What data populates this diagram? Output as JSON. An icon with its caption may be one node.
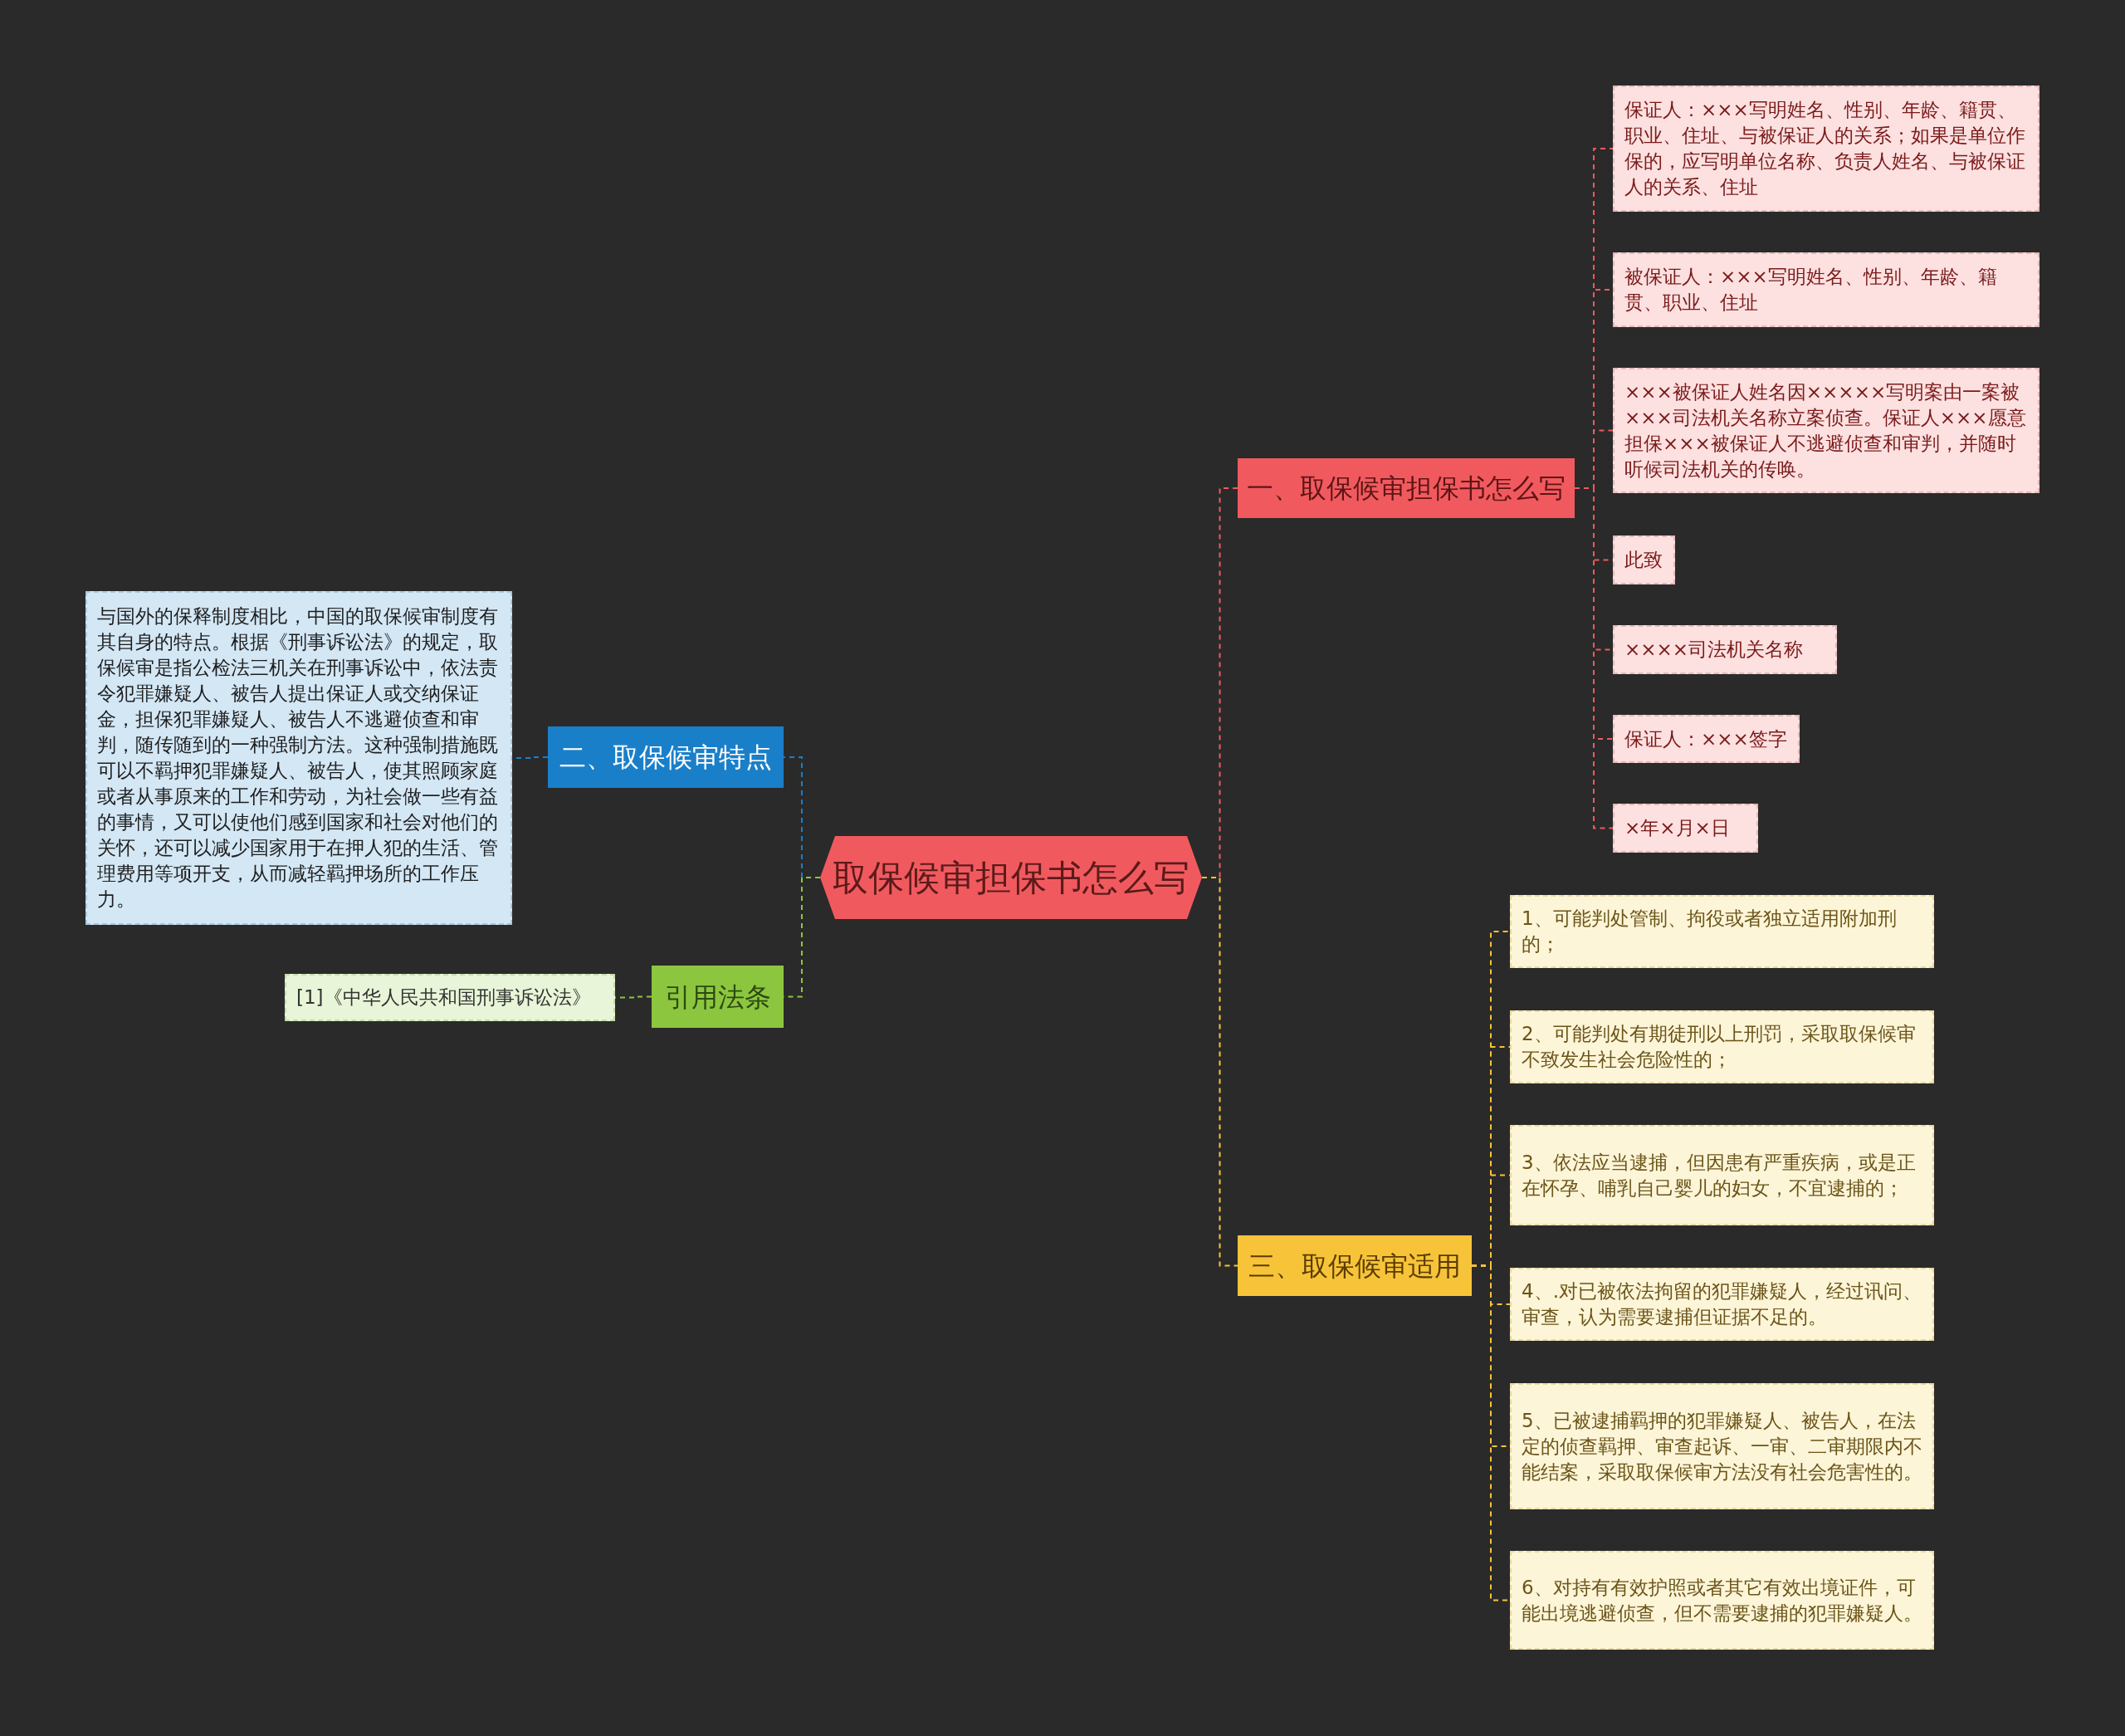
{
  "diagram": {
    "nodes": [
      {
        "text": [
          "取保候审担保书怎么写"
        ]
      },
      {
        "text": [
          "一、取保候审担保书怎么写"
        ]
      },
      {
        "text": [
          "保证人：×××写明姓名、性别、年龄、籍贯、职业、住址、与被保证人的关系；如果是单位作保的，应写明单位名称、负责人姓名、与被保证人的关系、住址"
        ]
      },
      {
        "text": [
          "被保证人：×××写明姓名、性别、年龄、籍贯、职业、住址"
        ]
      },
      {
        "text": [
          "×××被保证人姓名因×××××写明案由一案被×××司法机关名称立案侦查。保证人×××愿意担保×××被保证人不逃避侦查和审判，并随时听候司法机关的传唤。"
        ]
      },
      {
        "text": [
          "此致"
        ]
      },
      {
        "text": [
          "××××司法机关名称"
        ]
      },
      {
        "text": [
          "保证人：×××签字"
        ]
      },
      {
        "text": [
          "×年×月×日"
        ]
      },
      {
        "text": [
          "三、取保候审适用"
        ]
      },
      {
        "text": [
          "1、可能判处管制、拘役或者独立适用附加刑的；"
        ]
      },
      {
        "text": [
          "2、可能判处有期徒刑以上刑罚，采取取保候审不致发生社会危险性的；"
        ]
      },
      {
        "text": [
          "3、依法应当逮捕，但因患有严重疾病，或是正在怀孕、哺乳自己婴儿的妇女，不宜逮捕的；"
        ]
      },
      {
        "text": [
          "4、.对已被依法拘留的犯罪嫌疑人，经过讯问、审查，认为需要逮捕但证据不足的。"
        ]
      },
      {
        "text": [
          "5、已被逮捕羁押的犯罪嫌疑人、被告人，在法定的侦查羁押、审查起诉、一审、二审期限内不能结案，采取取保候审方法没有社会危害性的。"
        ]
      },
      {
        "text": [
          "6、对持有有效护照或者其它有效出境证件，可能出境逃避侦查，但不需要逮捕的犯罪嫌疑人。"
        ]
      },
      {
        "text": [
          "二、取保候审特点"
        ]
      },
      {
        "text": [
          "与国外的保释制度相比，中国的取保候审制度有其自身的特点。根据《刑事诉讼法》的规定，取保候审是指公检法三机关在刑事诉讼中，依法责令犯罪嫌疑人、被告人提出保证人或交纳保证金，担保犯罪嫌疑人、被告人不逃避侦查和审判，随传随到的一种强制方法。这种强制措施既可以不羁押犯罪嫌疑人、被告人，使其照顾家庭或者从事原来的工作和劳动，为社会做一些有益的事情，又可以使他们感到国家和社会对他们的关怀，还可以减少国家用于在押人犯的生活、管理费用等项开支，从而减轻羁押场所的工作压力。"
        ]
      },
      {
        "text": [
          "引用法条"
        ]
      },
      {
        "text": [
          "[1]《中华人民共和国刑事诉讼法》"
        ]
      }
    ],
    "edges": [
      {
        "from": 0,
        "to": 1,
        "arrow": "none",
        "style": "dashed",
        "color": "#f05a5f"
      },
      {
        "from": 1,
        "to": 2,
        "arrow": "none",
        "style": "dashed",
        "color": "#f05a5f"
      },
      {
        "from": 1,
        "to": 3,
        "arrow": "none",
        "style": "dashed",
        "color": "#f05a5f"
      },
      {
        "from": 1,
        "to": 4,
        "arrow": "none",
        "style": "dashed",
        "color": "#f05a5f"
      },
      {
        "from": 1,
        "to": 5,
        "arrow": "none",
        "style": "dashed",
        "color": "#f05a5f"
      },
      {
        "from": 1,
        "to": 6,
        "arrow": "none",
        "style": "dashed",
        "color": "#f05a5f"
      },
      {
        "from": 1,
        "to": 7,
        "arrow": "none",
        "style": "dashed",
        "color": "#f05a5f"
      },
      {
        "from": 1,
        "to": 8,
        "arrow": "none",
        "style": "dashed",
        "color": "#f05a5f"
      },
      {
        "from": 0,
        "to": 9,
        "arrow": "none",
        "style": "dashed",
        "color": "#f7c338"
      },
      {
        "from": 9,
        "to": 10,
        "arrow": "none",
        "style": "dashed",
        "color": "#f7c338"
      },
      {
        "from": 9,
        "to": 11,
        "arrow": "none",
        "style": "dashed",
        "color": "#f7c338"
      },
      {
        "from": 9,
        "to": 12,
        "arrow": "none",
        "style": "dashed",
        "color": "#f7c338"
      },
      {
        "from": 9,
        "to": 13,
        "arrow": "none",
        "style": "dashed",
        "color": "#f7c338"
      },
      {
        "from": 9,
        "to": 14,
        "arrow": "none",
        "style": "dashed",
        "color": "#f7c338"
      },
      {
        "from": 9,
        "to": 15,
        "arrow": "none",
        "style": "dashed",
        "color": "#f7c338"
      },
      {
        "from": 0,
        "to": 16,
        "arrow": "none",
        "style": "dashed",
        "color": "#1a7fc9"
      },
      {
        "from": 16,
        "to": 17,
        "arrow": "none",
        "style": "dashed",
        "color": "#1a7fc9"
      },
      {
        "from": 0,
        "to": 18,
        "arrow": "none",
        "style": "dashed",
        "color": "#8cc63f"
      },
      {
        "from": 18,
        "to": 19,
        "arrow": "none",
        "style": "dashed",
        "color": "#8cc63f"
      }
    ]
  }
}
